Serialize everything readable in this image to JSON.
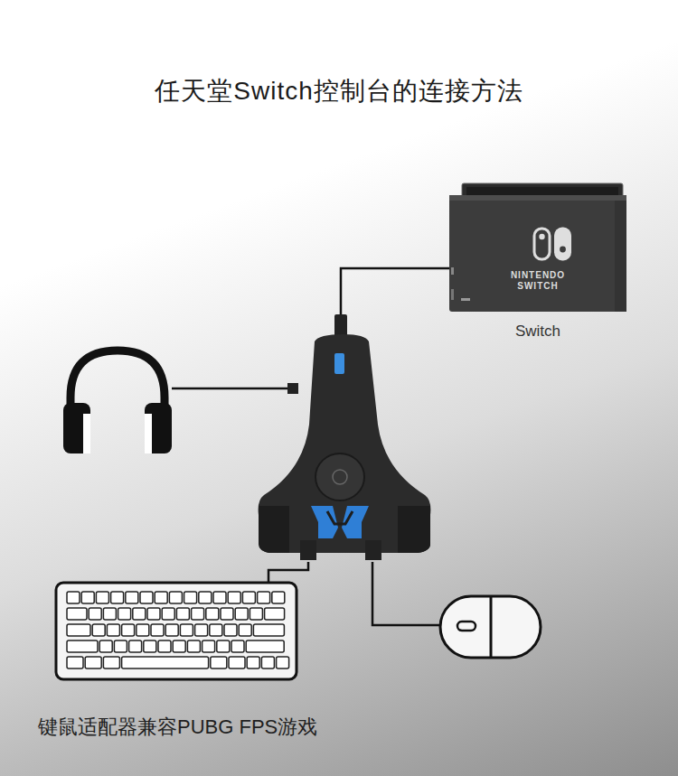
{
  "diagram": {
    "title": "任天堂Switch控制台的连接方法",
    "caption": "键鼠适配器兼容PUBG FPS游戏",
    "nodes": [
      {
        "text": [
          "NINTENDO SWITCH",
          "Switch"
        ]
      }
    ]
  }
}
